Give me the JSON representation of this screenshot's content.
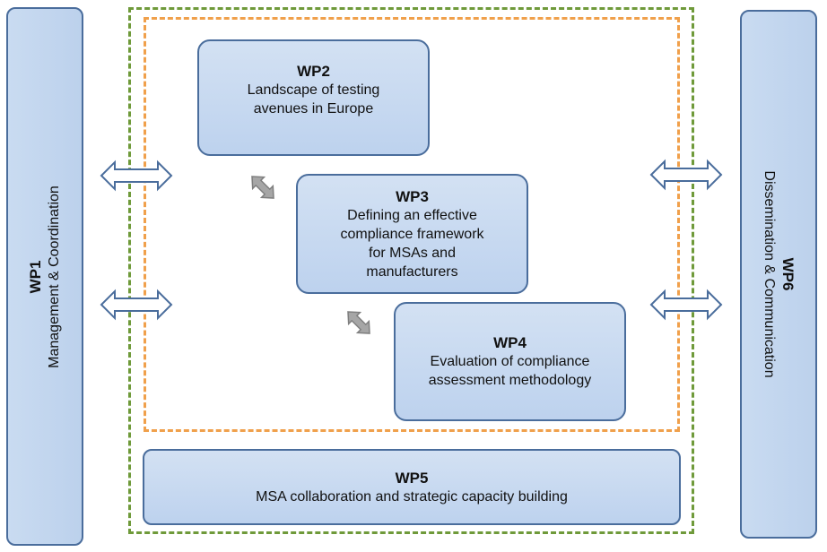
{
  "wp1": {
    "title": "WP1",
    "subtitle": "Management & Coordination"
  },
  "wp2": {
    "title": "WP2",
    "lines": [
      "Landscape of testing",
      "avenues in Europe"
    ]
  },
  "wp3": {
    "title": "WP3",
    "lines": [
      "Defining an effective",
      "compliance framework",
      "for MSAs and",
      "manufacturers"
    ]
  },
  "wp4": {
    "title": "WP4",
    "lines": [
      "Evaluation of compliance",
      "assessment methodology"
    ]
  },
  "wp5": {
    "title": "WP5",
    "lines": [
      "MSA collaboration and strategic capacity building"
    ]
  },
  "wp6": {
    "title": "WP6",
    "subtitle": "Dissemination & Communication"
  },
  "colors": {
    "box_fill": "#c6d9f1",
    "box_border": "#4a6d9c",
    "outer_dash": "#6f9a3a",
    "inner_dash": "#f0a04b",
    "arrow_gray": "#a6a6a6",
    "arrow_outline": "#4a6d9c"
  }
}
